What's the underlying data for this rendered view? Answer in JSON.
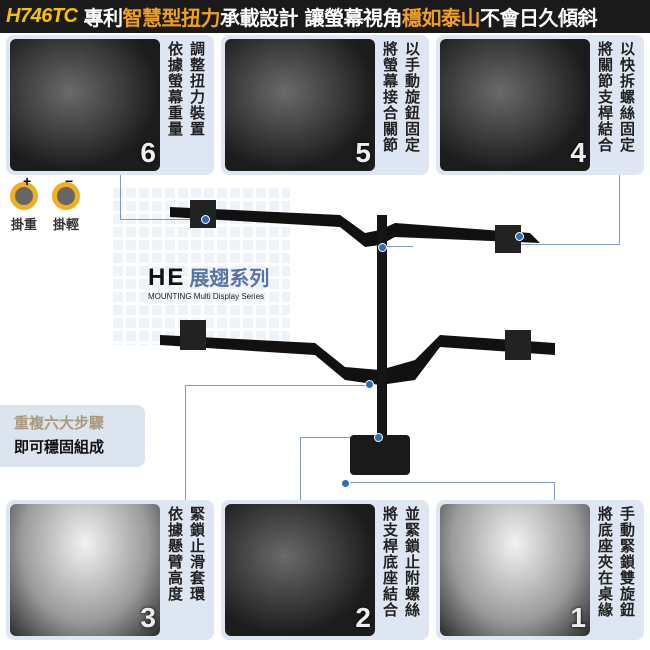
{
  "header": {
    "model": "H746TC",
    "parts": [
      {
        "text": "專利",
        "hl": false
      },
      {
        "text": "智慧型扭力",
        "hl": true
      },
      {
        "text": "承載設計 讓螢幕視角",
        "hl": false
      },
      {
        "text": "穩如泰山",
        "hl": true
      },
      {
        "text": " 不會日久傾斜",
        "hl": false
      }
    ]
  },
  "colors": {
    "highlight": "#f0a020",
    "model": "#f5c400",
    "accent": "#2e6db4",
    "panel_bg": "#dde6f2"
  },
  "panels": [
    {
      "number": "6",
      "lines": [
        "調整扭力裝置",
        "依據螢幕重量"
      ]
    },
    {
      "number": "5",
      "lines": [
        "以手動旋鈕固定",
        "將螢幕接合關節"
      ]
    },
    {
      "number": "4",
      "lines": [
        "以快拆螺絲固定",
        "將關節支桿結合"
      ]
    },
    {
      "number": "3",
      "lines": [
        "緊鎖止滑套環",
        "依據懸臂高度"
      ]
    },
    {
      "number": "2",
      "lines": [
        "並緊鎖止附螺絲",
        "將支桿底座結合"
      ]
    },
    {
      "number": "1",
      "lines": [
        "手動緊鎖雙旋鈕",
        "將底座夾在桌緣"
      ]
    }
  ],
  "adjust": [
    {
      "sign": "+",
      "label": "掛重",
      "icon": "rotate-clockwise-icon"
    },
    {
      "sign": "−",
      "label": "掛輕",
      "icon": "rotate-counterclockwise-icon"
    }
  ],
  "logo": {
    "brand": "HE",
    "series_cn": "展翅系列",
    "sub": "MOUNTING  Multi Display Series"
  },
  "steps": {
    "line1": "重複六大步驟",
    "line2": "即可穩固組成"
  }
}
